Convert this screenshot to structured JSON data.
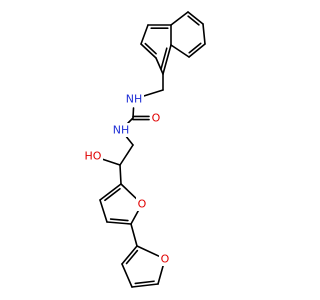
{
  "molecule": {
    "atoms": [
      {
        "id": "c1",
        "element": "C"
      },
      {
        "id": "c2",
        "element": "C"
      },
      {
        "id": "c3",
        "element": "C"
      },
      {
        "id": "c4",
        "element": "C"
      },
      {
        "id": "c5",
        "element": "C"
      },
      {
        "id": "c6",
        "element": "C"
      },
      {
        "id": "c7",
        "element": "C"
      },
      {
        "id": "c8",
        "element": "C"
      },
      {
        "id": "c9",
        "element": "C"
      },
      {
        "id": "c10",
        "element": "C"
      },
      {
        "id": "ch2a",
        "element": "C"
      },
      {
        "id": "n1",
        "element": "N",
        "label": "NH",
        "color": "#1f2fd6"
      },
      {
        "id": "curea",
        "element": "C"
      },
      {
        "id": "ourea",
        "element": "O",
        "label": "O",
        "color": "#e00000"
      },
      {
        "id": "n2",
        "element": "N",
        "label": "NH",
        "color": "#1f2fd6"
      },
      {
        "id": "ch2b",
        "element": "C"
      },
      {
        "id": "choh",
        "element": "C"
      },
      {
        "id": "oh",
        "element": "O",
        "label": "HO",
        "color": "#e00000"
      },
      {
        "id": "fa2",
        "element": "C"
      },
      {
        "id": "fa3",
        "element": "C"
      },
      {
        "id": "fa4",
        "element": "C"
      },
      {
        "id": "fa5",
        "element": "C"
      },
      {
        "id": "oa",
        "element": "O",
        "label": "O",
        "color": "#e00000"
      },
      {
        "id": "fb2",
        "element": "C"
      },
      {
        "id": "fb3",
        "element": "C"
      },
      {
        "id": "fb4",
        "element": "C"
      },
      {
        "id": "fb5",
        "element": "C"
      },
      {
        "id": "ob",
        "element": "O",
        "label": "O",
        "color": "#e00000"
      }
    ],
    "bonds": [
      {
        "a": "c1",
        "b": "c2",
        "order": 2
      },
      {
        "a": "c2",
        "b": "c3",
        "order": 1
      },
      {
        "a": "c3",
        "b": "c4",
        "order": 2
      },
      {
        "a": "c4",
        "b": "c9",
        "order": 1
      },
      {
        "a": "c9",
        "b": "c10",
        "order": 2
      },
      {
        "a": "c10",
        "b": "c1",
        "order": 1
      },
      {
        "a": "c4",
        "b": "c5",
        "order": 1
      },
      {
        "a": "c5",
        "b": "c6",
        "order": 2
      },
      {
        "a": "c6",
        "b": "c7",
        "order": 1
      },
      {
        "a": "c7",
        "b": "c8",
        "order": 2
      },
      {
        "a": "c8",
        "b": "c9",
        "order": 1
      },
      {
        "a": "c10",
        "b": "ch2a",
        "order": 1
      },
      {
        "a": "ch2a",
        "b": "n1",
        "order": 1
      },
      {
        "a": "n1",
        "b": "curea",
        "order": 1
      },
      {
        "a": "curea",
        "b": "ourea",
        "order": 2
      },
      {
        "a": "curea",
        "b": "n2",
        "order": 1
      },
      {
        "a": "n2",
        "b": "ch2b",
        "order": 1
      },
      {
        "a": "ch2b",
        "b": "choh",
        "order": 1
      },
      {
        "a": "choh",
        "b": "oh",
        "order": 1
      },
      {
        "a": "choh",
        "b": "fa2",
        "order": 1
      },
      {
        "a": "fa2",
        "b": "fa3",
        "order": 2
      },
      {
        "a": "fa3",
        "b": "fa4",
        "order": 1
      },
      {
        "a": "fa4",
        "b": "fa5",
        "order": 2
      },
      {
        "a": "fa5",
        "b": "oa",
        "order": 1
      },
      {
        "a": "oa",
        "b": "fa2",
        "order": 1
      },
      {
        "a": "fa5",
        "b": "fb2",
        "order": 1
      },
      {
        "a": "fb2",
        "b": "fb3",
        "order": 2
      },
      {
        "a": "fb3",
        "b": "fb4",
        "order": 1
      },
      {
        "a": "fb4",
        "b": "fb5",
        "order": 2
      },
      {
        "a": "fb5",
        "b": "ob",
        "order": 1
      },
      {
        "a": "ob",
        "b": "fb2",
        "order": 1
      }
    ]
  }
}
